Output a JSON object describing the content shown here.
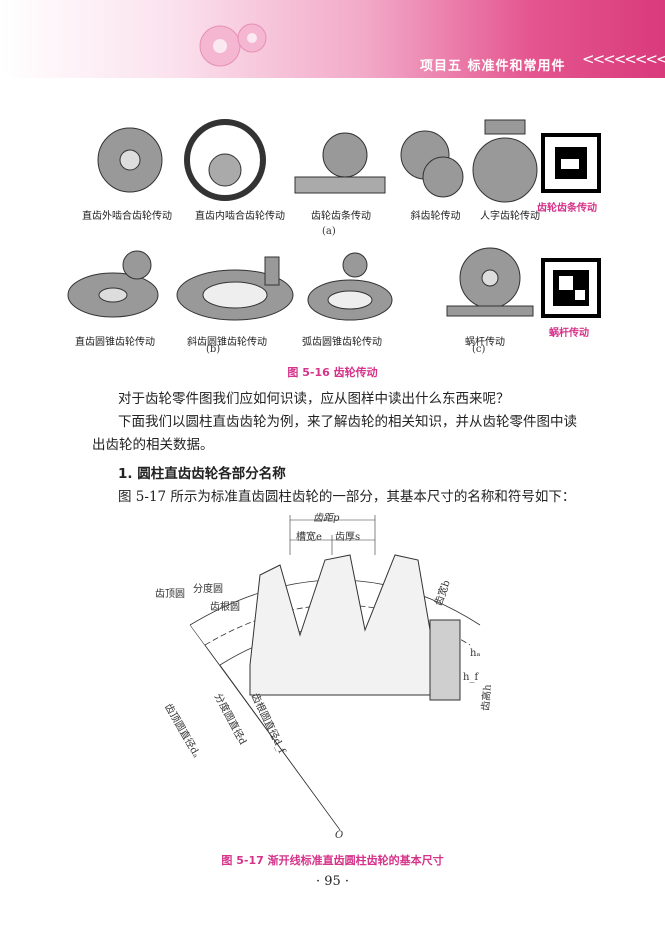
{
  "header": {
    "title": "项目五   标准件和常用件",
    "arrows": "<<<<<<<<"
  },
  "figure_5_16": {
    "row_a": {
      "items": [
        "直齿外啮合齿轮传动",
        "直齿内啮合齿轮传动",
        "齿轮齿条传动",
        "斜齿轮传动",
        "人字齿轮传动"
      ],
      "sub_label": "(a)"
    },
    "row_b": {
      "items": [
        "直齿圆锥齿轮传动",
        "斜齿圆锥齿轮传动",
        "弧齿圆锥齿轮传动"
      ],
      "sub_label": "(b)"
    },
    "row_c": {
      "items": [
        "蜗杆传动"
      ],
      "sub_label": "(c)"
    },
    "qr_labels": [
      "齿轮齿条传动",
      "蜗杆传动"
    ],
    "caption": "图 5-16   齿轮传动"
  },
  "body": {
    "p1": "对于齿轮零件图我们应如何识读，应从图样中读出什么东西来呢？",
    "p2": "下面我们以圆柱直齿齿轮为例，来了解齿轮的相关知识，并从齿轮零件图中读出齿轮的相关数据。",
    "heading": "1. 圆柱直齿齿轮各部分名称",
    "p3": "图 5-17 所示为标准直齿圆柱齿轮的一部分，其基本尺寸的名称和符号如下："
  },
  "figure_5_17": {
    "labels": {
      "pitch": "齿距p",
      "space": "槽宽e",
      "thickness": "齿厚s",
      "tip_circle": "齿顶圆",
      "pitch_circle": "分度圆",
      "root_circle": "齿根圆",
      "face_width": "齿宽b",
      "tooth_height": "齿高h",
      "ha": "hₐ",
      "hf": "h_f",
      "da": "齿顶圆直径dₐ",
      "d": "分度圆直径d",
      "df": "齿根圆直径d_f",
      "center": "O"
    },
    "caption": "图 5-17   渐开线标准直齿圆柱齿轮的基本尺寸"
  },
  "page_number": "· 95 ·",
  "colors": {
    "accent": "#d6338a",
    "header_end": "#d93a7b"
  }
}
